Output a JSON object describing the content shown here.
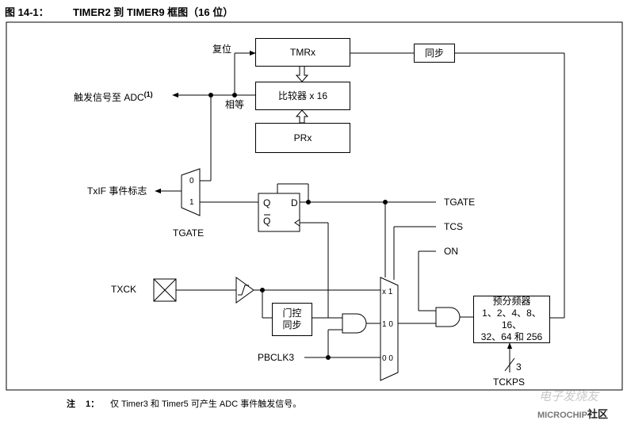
{
  "figure": {
    "number": "图 14-1：",
    "title": "TIMER2 到 TIMER9 框图（16 位）"
  },
  "blocks": {
    "tmr": "TMRx",
    "comparator": "比较器 x 16",
    "pr": "PRx",
    "sync": "同步",
    "gate_sync_line1": "门控",
    "gate_sync_line2": "同步",
    "prescaler_line1": "预分频器",
    "prescaler_line2": "1、2、4、8、16、",
    "prescaler_line3": "32、64 和 256"
  },
  "labels": {
    "reset": "复位",
    "equal": "相等",
    "adc_trigger": "触发信号至 ADC",
    "adc_note_ref": "(1)",
    "txif": "TxIF 事件标志",
    "tgate_mux": "TGATE",
    "mux_in0": "0",
    "mux_in1": "1",
    "ff_q": "Q",
    "ff_qbar": "Q",
    "ff_d": "D",
    "tgate": "TGATE",
    "tcs": "TCS",
    "on": "ON",
    "txck": "TXCK",
    "pbclk": "PBCLK3",
    "m_x1": "x 1",
    "m_10": "1 0",
    "m_00": "0 0",
    "tckps_bits": "3",
    "tckps": "TCKPS"
  },
  "note": {
    "prefix": "注",
    "number": "1：",
    "text": "仅 Timer3 和 Timer5 可产生 ADC 事件触发信号。"
  },
  "watermark": {
    "cn": "电子发烧友",
    "brand": "MICROCHIP",
    "community": "社区"
  }
}
